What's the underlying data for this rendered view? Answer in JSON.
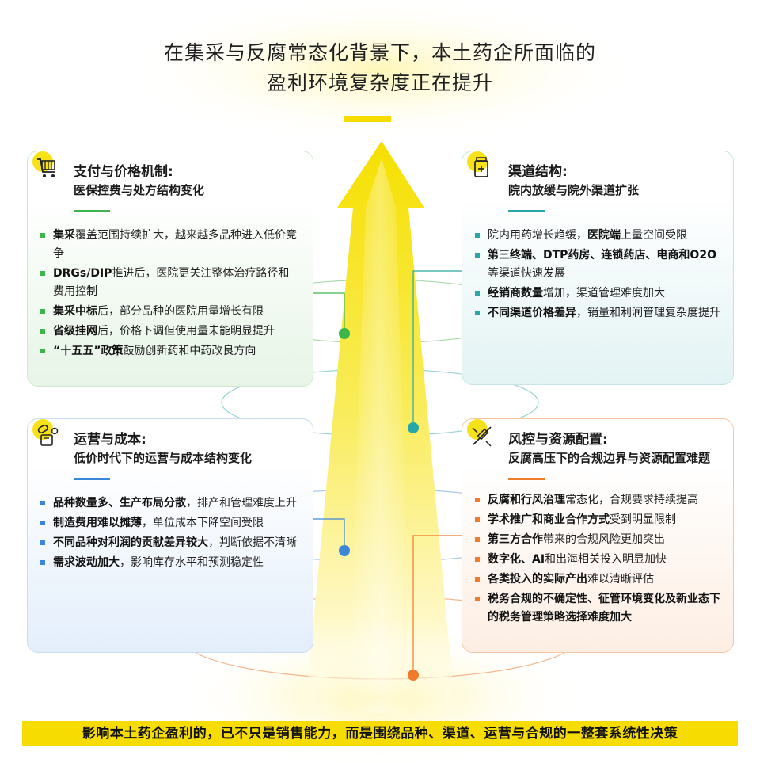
{
  "title": {
    "line1": "在集采与反腐常态化背景下，本土药企所面临的",
    "line2": "盈利环境复杂度正在提升"
  },
  "colors": {
    "yellow": "#f6dc00",
    "green": "#3cb54a",
    "teal": "#28a7a5",
    "blue": "#3a86d8",
    "orange": "#f07b2a"
  },
  "cards": [
    {
      "icon": "cart-icon",
      "title": "支付与价格机制:",
      "subtitle": "医保控费与处方结构变化",
      "items": [
        {
          "bold": "集采",
          "rest": "覆盖范围持续扩大，越来越多品种进入低价竞争"
        },
        {
          "bold": "DRGs/DIP",
          "rest": "推进后，医院更关注整体治疗路径和费用控制"
        },
        {
          "bold": "集采中标",
          "rest": "后，部分品种的医院用量增长有限"
        },
        {
          "bold": "省级挂网",
          "rest": "后，价格下调但使用量未能明显提升"
        },
        {
          "bold": "“十五五”政策",
          "rest": "鼓励创新药和中药改良方向"
        }
      ]
    },
    {
      "icon": "pharmacy-icon",
      "title": "渠道结构:",
      "subtitle": "院内放缓与院外渠道扩张",
      "items": [
        {
          "bold": "",
          "rest": "院内用药增长趋缓，",
          "bold2": "医院端",
          "rest2": "上量空间受限"
        },
        {
          "bold": "第三终端、DTP药房、连锁药店、电商和O2O",
          "rest": "等渠道快速发展"
        },
        {
          "bold": "经销商数量",
          "rest": "增加，渠道管理难度加大"
        },
        {
          "bold": "不同渠道价格差异",
          "rest": "，销量和利润管理复杂度提升"
        }
      ]
    },
    {
      "icon": "pills-icon",
      "title": "运营与成本:",
      "subtitle": "低价时代下的运营与成本结构变化",
      "items": [
        {
          "bold": "品种数量多、生产布局分散",
          "rest": "，排产和管理难度上升"
        },
        {
          "bold": "制造费用难以摊薄",
          "rest": "，单位成本下降空间受限"
        },
        {
          "bold": "不同品种对利润的贡献差异较大",
          "rest": "，判断依据不清晰"
        },
        {
          "bold": "需求波动加大",
          "rest": "，影响库存水平和预测稳定性"
        }
      ]
    },
    {
      "icon": "syringe-icon",
      "title": "风控与资源配置:",
      "subtitle": "反腐高压下的合规边界与资源配置难题",
      "items": [
        {
          "bold": "反腐和行风治理",
          "rest": "常态化，合规要求持续提高"
        },
        {
          "bold": "学术推广和商业合作方式",
          "rest": "受到明显限制"
        },
        {
          "bold": "第三方合作",
          "rest": "带来的合规风险更加突出"
        },
        {
          "bold": "数字化、AI",
          "rest": "和出海相关投入明显加快"
        },
        {
          "bold": "各类投入的实际产出",
          "rest": "难以清晰评估"
        },
        {
          "bold": "税务合规的不确定性、征管环境变化及新业态下的税务管理策略选择难度加大",
          "rest": ""
        }
      ]
    }
  ],
  "footer": "影响本土药企盈利的，已不只是销售能力，而是围绕品种、渠道、运营与合规的一整套系统性决策"
}
